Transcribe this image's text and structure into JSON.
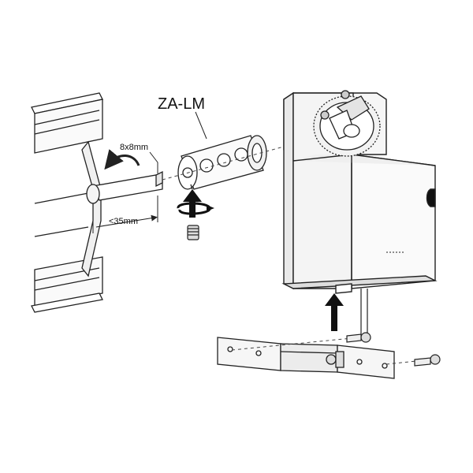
{
  "diagram": {
    "product_label": "ZA-LM",
    "shaft_size_label": "8x8mm",
    "shaft_length_label": "<35mm"
  },
  "colors": {
    "line": "#222222",
    "actuator_body": "#f4f4f4",
    "shadow": "#d6d6d6",
    "arrow_fill": "#111111"
  }
}
